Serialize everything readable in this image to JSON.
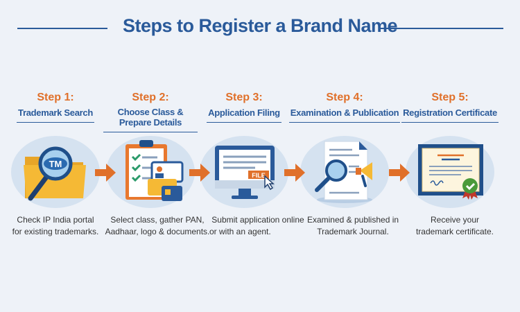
{
  "title": "Steps to Register a Brand Name",
  "colors": {
    "accent": "#e0702a",
    "primary": "#2a5a9a",
    "background": "#eef2f8"
  },
  "steps": [
    {
      "number": "Step 1:",
      "name": "Trademark Search",
      "icon": "folder-magnifier-tm-icon",
      "icon_text": "TM",
      "description_lines": [
        "Check IP India portal",
        "for existing trademarks."
      ]
    },
    {
      "number": "Step 2:",
      "name": "Choose Class & Prepare Details",
      "icon": "clipboard-id-cards-icon",
      "description_lines": [
        "Select class, gather PAN,",
        "Aadhaar, logo & documents."
      ]
    },
    {
      "number": "Step 3:",
      "name": "Application Filing",
      "icon": "monitor-file-icon",
      "icon_text": "FILE",
      "description_lines": [
        "Submit application online",
        "or with an agent."
      ]
    },
    {
      "number": "Step 4:",
      "name": "Examination & Publication",
      "icon": "document-magnifier-megaphone-icon",
      "description_lines": [
        "Examined & published in",
        "Trademark Journal."
      ]
    },
    {
      "number": "Step 5:",
      "name": "Registration Certificate",
      "icon": "certificate-badge-icon",
      "description_lines": [
        "Receive your",
        "trademark certificate."
      ]
    }
  ]
}
